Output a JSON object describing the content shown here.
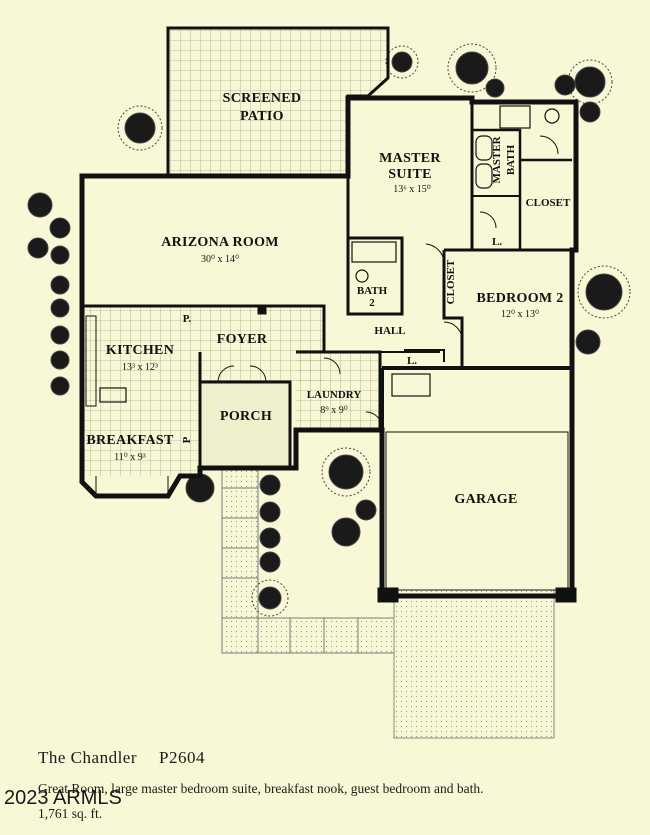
{
  "plan": {
    "name": "The Chandler",
    "code": "P2604",
    "description": "Great Room, large master bedroom suite, breakfast nook, guest bedroom and bath.",
    "area": "1,761 sq. ft.",
    "watermark": "2023 ARMLS"
  },
  "rooms": {
    "patio": {
      "label_1": "SCREENED",
      "label_2": "PATIO"
    },
    "arizona": {
      "label": "ARIZONA ROOM",
      "dim": "30⁰ x 14⁰"
    },
    "master": {
      "label_1": "MASTER",
      "label_2": "SUITE",
      "dim": "13⁶ x 15⁰"
    },
    "master_bath": {
      "label_1": "MASTER",
      "label_2": "BATH"
    },
    "closet_master": {
      "label": "CLOSET"
    },
    "bath2": {
      "label_1": "BATH",
      "label_2": "2"
    },
    "closet_hall": {
      "label": "CLOSET"
    },
    "bedroom2": {
      "label": "BEDROOM 2",
      "dim": "12⁰ x 13⁰"
    },
    "hall": {
      "label": "HALL"
    },
    "kitchen": {
      "label": "KITCHEN",
      "dim": "13³ x 12³"
    },
    "foyer": {
      "label": "FOYER"
    },
    "laundry": {
      "label": "LAUNDRY",
      "dim": "8⁹ x 9⁰"
    },
    "porch": {
      "label": "PORCH"
    },
    "breakfast": {
      "label": "BREAKFAST",
      "dim": "11⁰ x 9³"
    },
    "garage": {
      "label": "GARAGE"
    },
    "pantry_1": {
      "label": "P."
    },
    "pantry_2": {
      "label": "P"
    },
    "linen_1": {
      "label": "L."
    },
    "linen_2": {
      "label": "L."
    }
  }
}
